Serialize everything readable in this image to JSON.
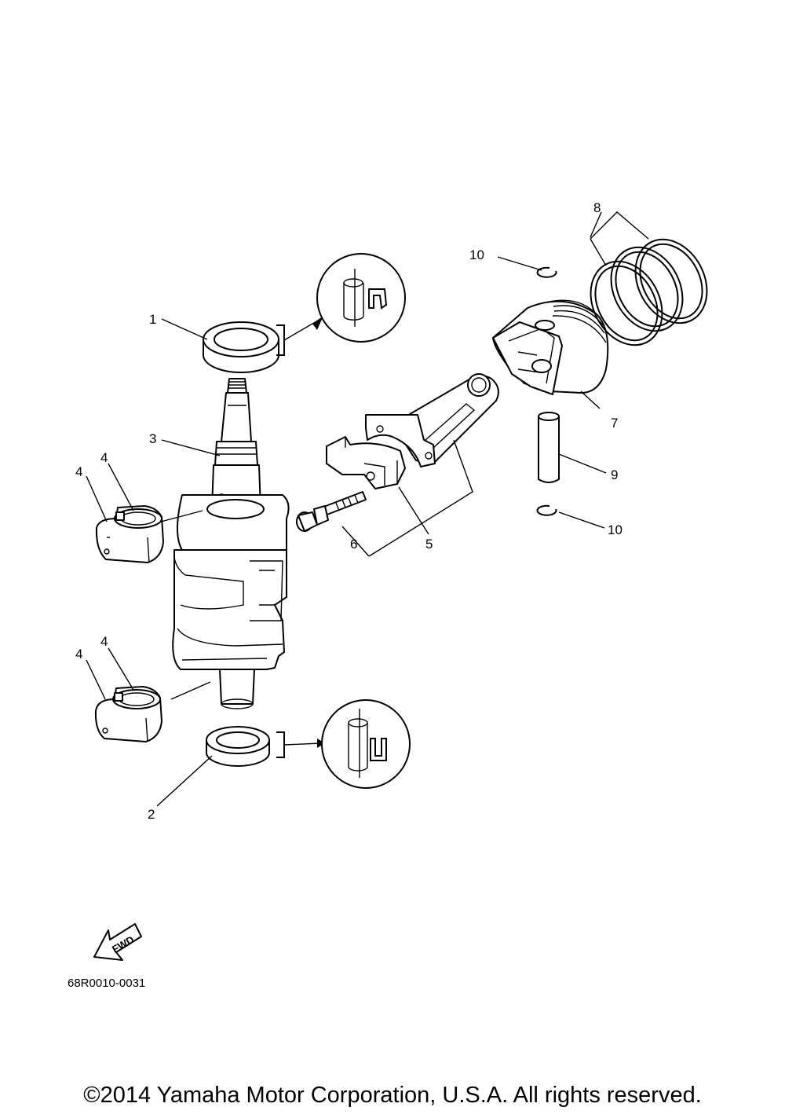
{
  "labels": {
    "l1": "1",
    "l2": "2",
    "l3": "3",
    "l4a": "4",
    "l4b": "4",
    "l4c": "4",
    "l4d": "4",
    "l5": "5",
    "l6": "6",
    "l7": "7",
    "l8": "8",
    "l9": "9",
    "l10a": "10",
    "l10b": "10"
  },
  "fwd_label": "FWD",
  "diagram_code": "68R0010-0031",
  "copyright": "©2014 Yamaha Motor Corporation, U.S.A. All rights reserved."
}
